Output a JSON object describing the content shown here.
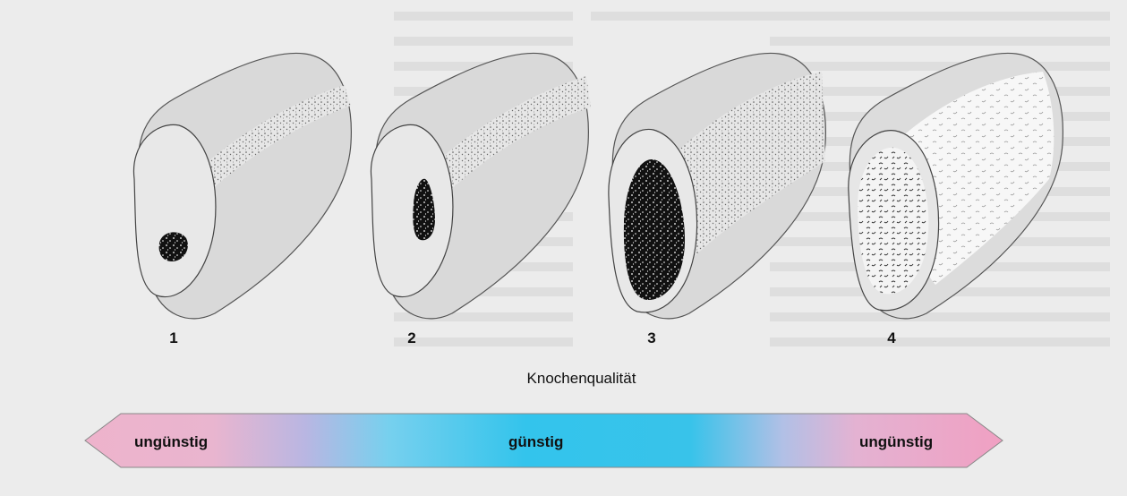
{
  "figure": {
    "labels": [
      "1",
      "2",
      "3",
      "4"
    ],
    "caption": "Knochenqualität",
    "scale": {
      "left_label": "ungünstig",
      "center_label": "günstig",
      "right_label": "ungünstig",
      "colors": {
        "left": "#eeb3cc",
        "center": "#33c4ec",
        "right": "#f0a0c2"
      }
    }
  },
  "bone_types": [
    {
      "label": "1",
      "cortical": "thick",
      "cancellous": "very dense, small core"
    },
    {
      "label": "2",
      "cortical": "thick",
      "cancellous": "dense"
    },
    {
      "label": "3",
      "cortical": "thin",
      "cancellous": "dense, large"
    },
    {
      "label": "4",
      "cortical": "very thin",
      "cancellous": "sparse"
    }
  ]
}
